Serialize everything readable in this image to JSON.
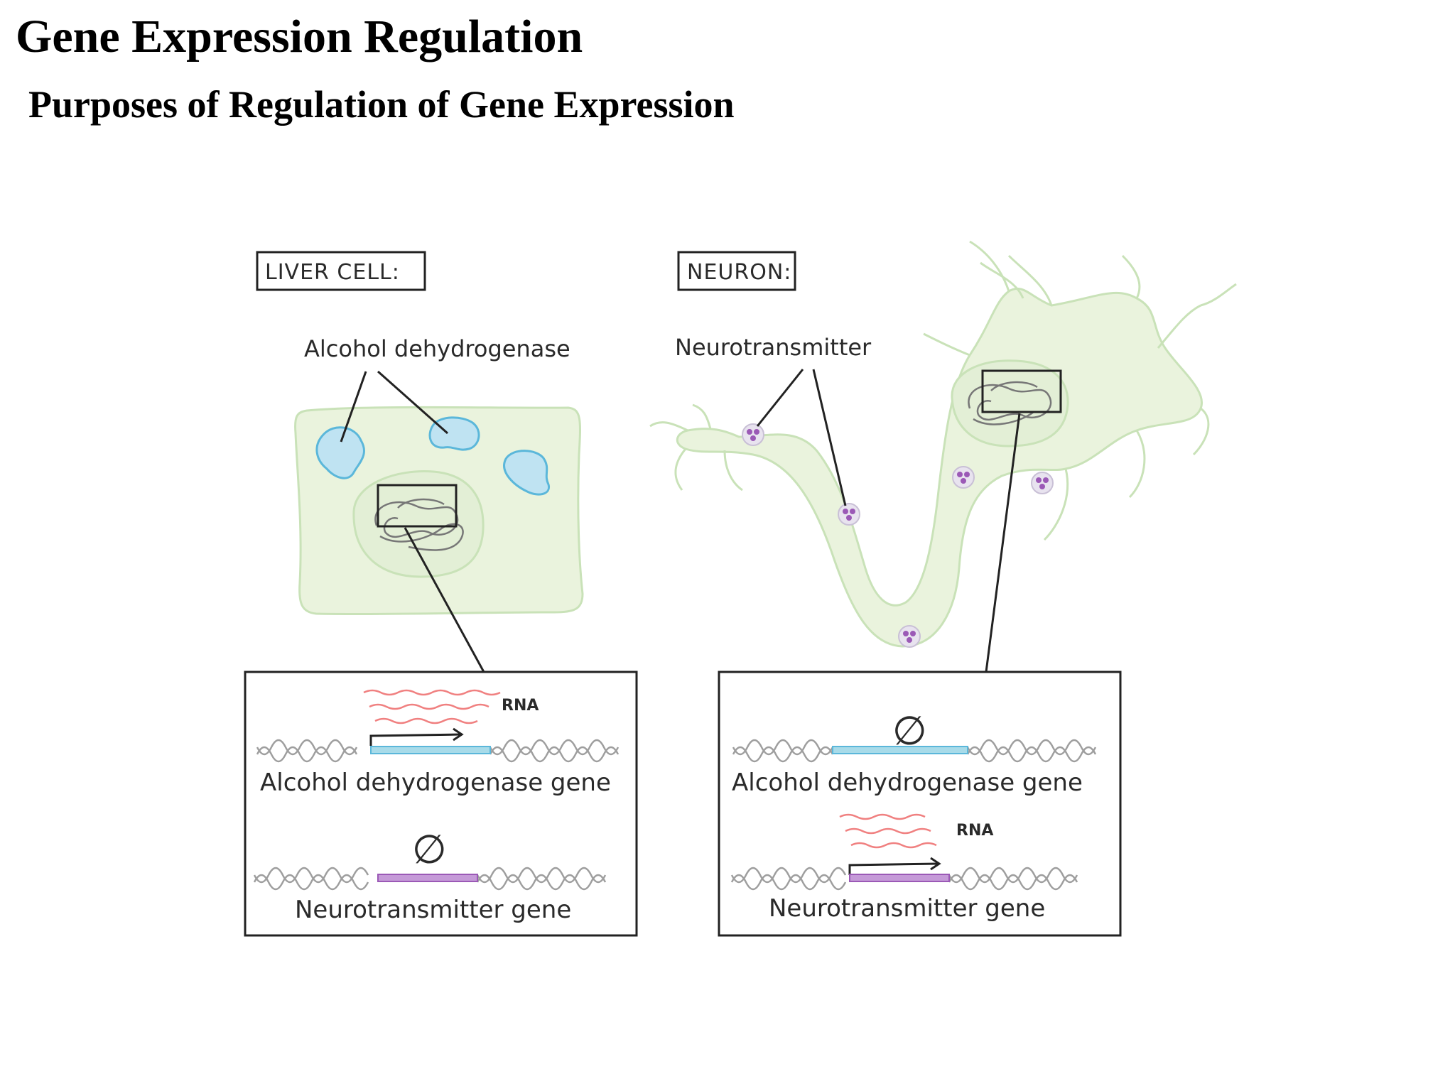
{
  "title": "Gene Expression Regulation",
  "subtitle": "Purposes of Regulation of Gene Expression",
  "diagram": {
    "liver": {
      "cell_label": "LIVER CELL:",
      "protein_label": "Alcohol dehydrogenase",
      "inset": {
        "rna_label": "RNA",
        "gene1_label": "Alcohol dehydrogenase gene",
        "gene2_label": "Neurotransmitter gene",
        "null_symbol": "∅"
      }
    },
    "neuron": {
      "cell_label": "NEURON:",
      "protein_label": "Neurotransmitter",
      "inset": {
        "rna_label": "RNA",
        "gene1_label": "Alcohol dehydrogenase gene",
        "gene2_label": "Neurotransmitter gene",
        "null_symbol": "∅"
      }
    },
    "colors": {
      "cell_fill": "#eaf3dd",
      "cell_stroke": "#c9e2b8",
      "protein_fill": "#bfe3f2",
      "protein_stroke": "#5bb7da",
      "vesicle_fill": "#e8e3ef",
      "vesicle_dot": "#9b59b6",
      "rna": "#f08080",
      "gene_alcohol": "#a8dbe9",
      "gene_neuro": "#c59ad8",
      "dna": "#9e9e9e"
    }
  }
}
